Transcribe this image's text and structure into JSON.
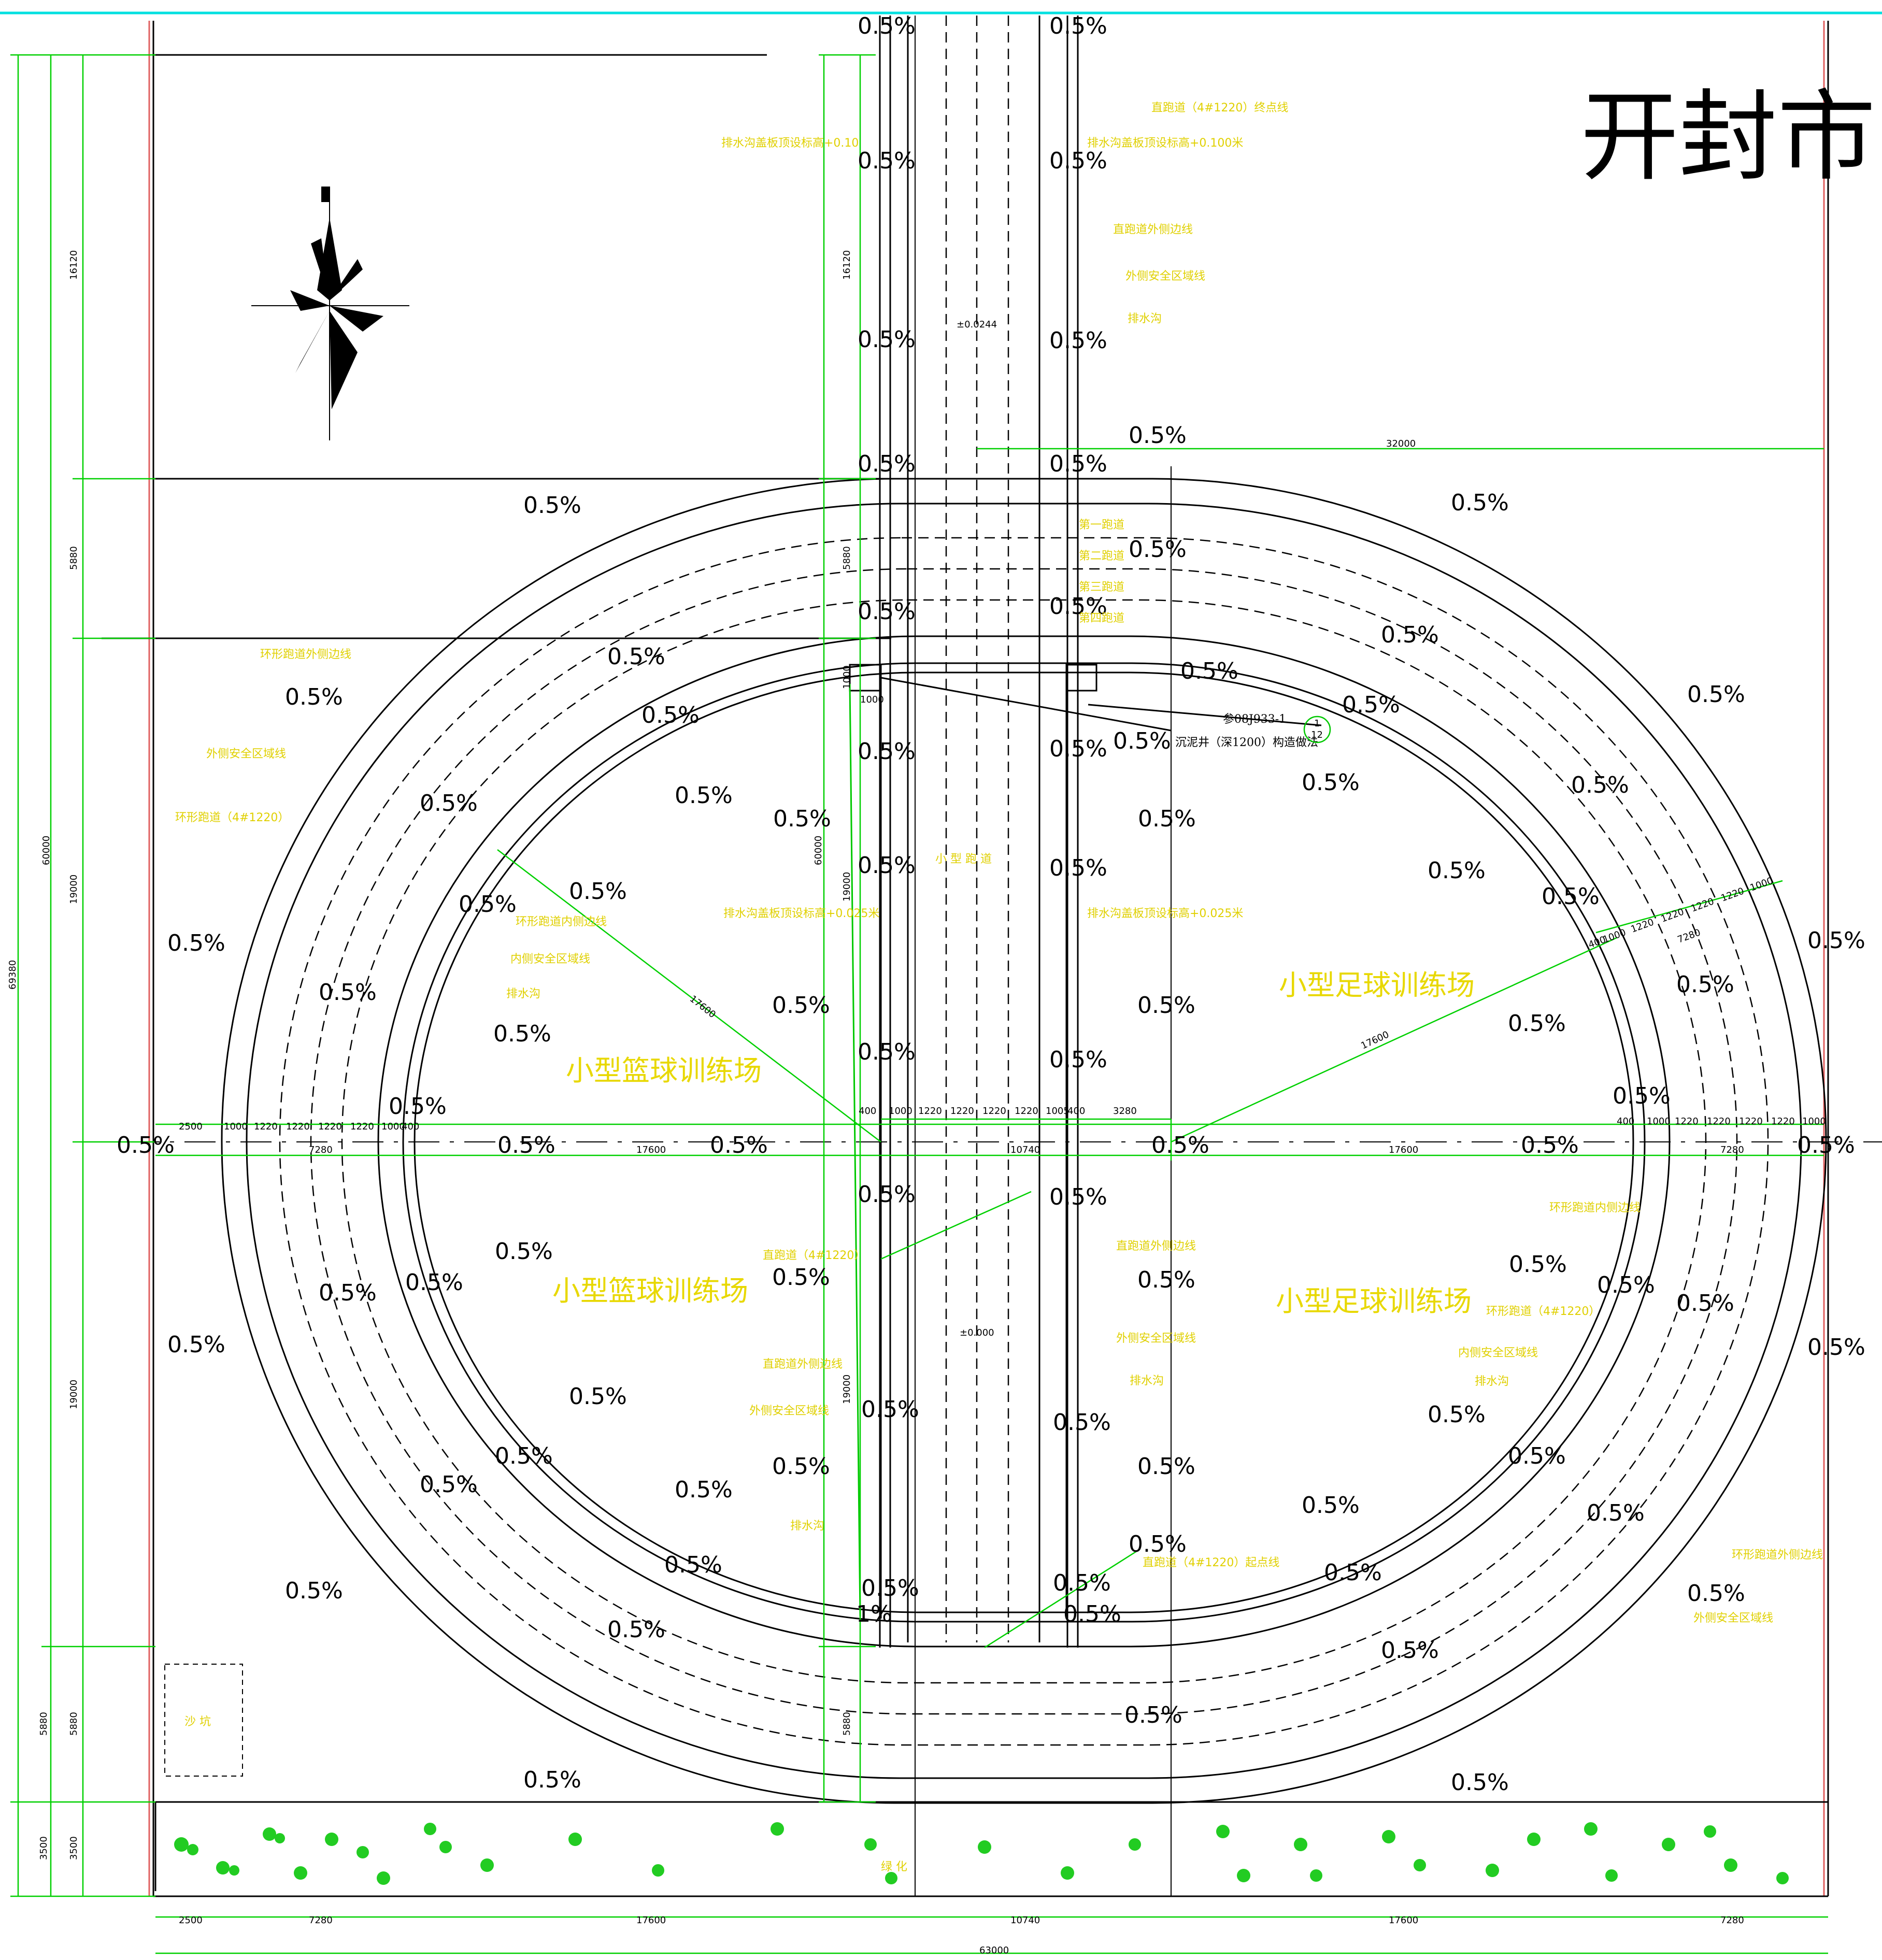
{
  "title": "开封市实",
  "slope_label": "0.5%",
  "slope_label_alt": "1%",
  "fields": {
    "basketball": "小型篮球训练场",
    "football": "小型足球训练场",
    "straight_track": "小 型 跑 道"
  },
  "elevations": {
    "top": "±0.0244",
    "bottom": "±0.000"
  },
  "note": {
    "ref": "参08J933-1",
    "detail": "沉泥井（深1200）构造做法",
    "index_top": "1",
    "index_bottom": "12"
  },
  "labels": {
    "straight_finish": "直跑道（4#1220）终点线",
    "drain_design_level_top": "排水沟盖板顶设标高+0.10",
    "drain_design_level_top_r": "排水沟盖板顶设标高+0.100米",
    "straight_outer_edge": "直跑道外侧边线",
    "outer_safety": "外侧安全区域线",
    "drain_ditch": "排水沟",
    "lane_1": "第一跑道",
    "lane_2": "第二跑道",
    "lane_3": "第三跑道",
    "lane_4": "第四跑道",
    "ring_outer_edge": "环形跑道外侧边线",
    "ring_track": "环形跑道（4#1220）",
    "ring_inner_edge": "环形跑道内侧边线",
    "inner_safety": "内侧安全区域线",
    "drain_design_level_mid": "排水沟盖板顶设标高+0.025米",
    "straight_track_label": "直跑道（4#1220）",
    "straight_start": "直跑道（4#1220）起点线",
    "sand_pit": "沙 坑",
    "greening": "绿 化"
  },
  "dims": {
    "top_16120": "16120",
    "top_5880": "5880",
    "mid_19000": "19000",
    "total_60000": "60000",
    "total_69380": "69380",
    "bot_3500": "3500",
    "run_32000": "32000",
    "d2500": "2500",
    "d1000": "1000",
    "d1220": "1220",
    "d400": "400",
    "d1005": "1005",
    "d7280": "7280",
    "d17600": "17600",
    "d10740": "10740",
    "d3280": "3280",
    "d63000": "63000"
  },
  "colors": {
    "dimension": "#00d000",
    "label": "#e0d000",
    "boundary": "#e06060",
    "border": "#00e0e0"
  }
}
